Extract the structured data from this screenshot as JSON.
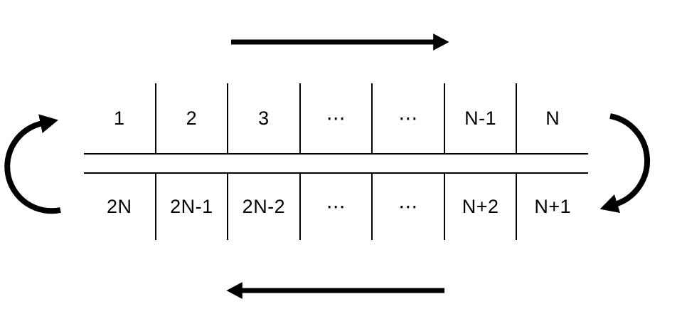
{
  "colors": {
    "ink": "#000000",
    "paper": "#ffffff"
  },
  "rows": {
    "top": {
      "cells": [
        "1",
        "2",
        "3",
        "⋯",
        "⋯",
        "N-1",
        "N"
      ]
    },
    "bottom": {
      "cells": [
        "2N",
        "2N-1",
        "2N-2",
        "⋯",
        "⋯",
        "N+2",
        "N+1"
      ]
    }
  },
  "icons": {
    "top_flow": "arrow-right",
    "bottom_flow": "arrow-left",
    "left_wrap": "curved-arrow-up-right",
    "right_wrap": "curved-arrow-down-left"
  }
}
